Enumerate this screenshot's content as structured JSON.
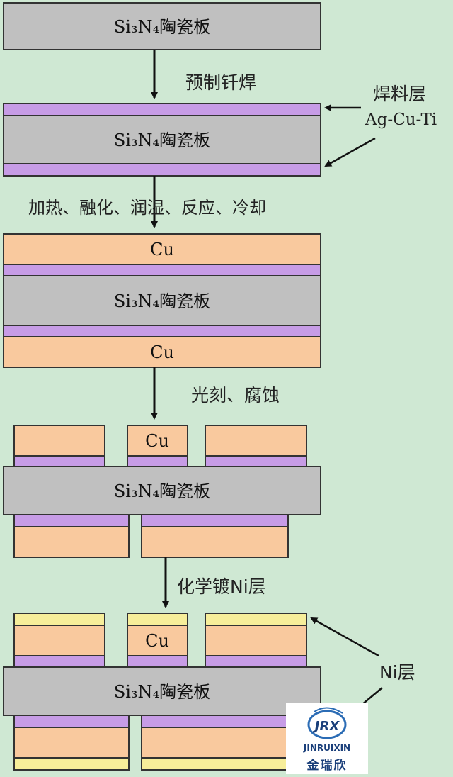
{
  "ceramic_label": "Si₃N₄陶瓷板",
  "cu_label": "Cu",
  "steps": {
    "step1": "预制钎焊",
    "step2": "加热、融化、润湿、反应、冷却",
    "step3": "光刻、腐蚀",
    "step4": "化学镀Ni层"
  },
  "annotations": {
    "solder_layer": "焊料层",
    "solder_alloy": "Ag-Cu-Ti",
    "ni_layer": "Ni层"
  },
  "logo": {
    "mark": "JRX",
    "en": "JINRUIXIN",
    "cn": "金瑞欣"
  },
  "colors": {
    "background": "#cfe8d3",
    "ceramic": "#c0c0c0",
    "solder": "#c79ce6",
    "copper": "#f9c99e",
    "nickel": "#f7ee9a",
    "outline": "#333333"
  }
}
